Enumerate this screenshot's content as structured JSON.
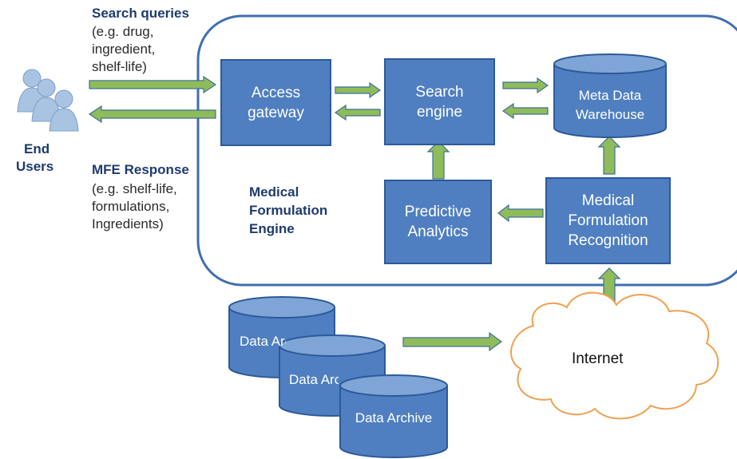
{
  "users": {
    "icon": "users-icon",
    "label_line1": "End",
    "label_line2": "Users"
  },
  "query": {
    "title": "Search queries",
    "line1": "(e.g. drug,",
    "line2": "ingredient,",
    "line3": "shelf-life)"
  },
  "response": {
    "title": "MFE Response",
    "line1": "(e.g. shelf-life,",
    "line2": "formulations,",
    "line3": "Ingredients)"
  },
  "engine": {
    "line1": "Medical",
    "line2": "Formulation",
    "line3": "Engine"
  },
  "blocks": {
    "access_gateway": {
      "line1": "Access",
      "line2": "gateway"
    },
    "search_engine": {
      "line1": "Search",
      "line2": "engine"
    },
    "meta_warehouse": {
      "line1": "Meta Data",
      "line2": "Warehouse"
    },
    "predictive": {
      "line1": "Predictive",
      "line2": "Analytics"
    },
    "recognition": {
      "line1": "Medical",
      "line2": "Formulation",
      "line3": "Recognition"
    }
  },
  "archives": {
    "a1": "Data Archive",
    "a2": "Data Archive",
    "a3": "Data Archive"
  },
  "internet": {
    "label": "Internet"
  },
  "colors": {
    "block_fill": "#4f7fc0",
    "block_stroke": "#2c5a99",
    "arrow_fill": "#8fbc5a",
    "arrow_stroke": "#3f6f9a",
    "engine_border": "#3e6fb0",
    "cloud_stroke": "#f0a050",
    "text_navy": "#1f3b6e"
  }
}
